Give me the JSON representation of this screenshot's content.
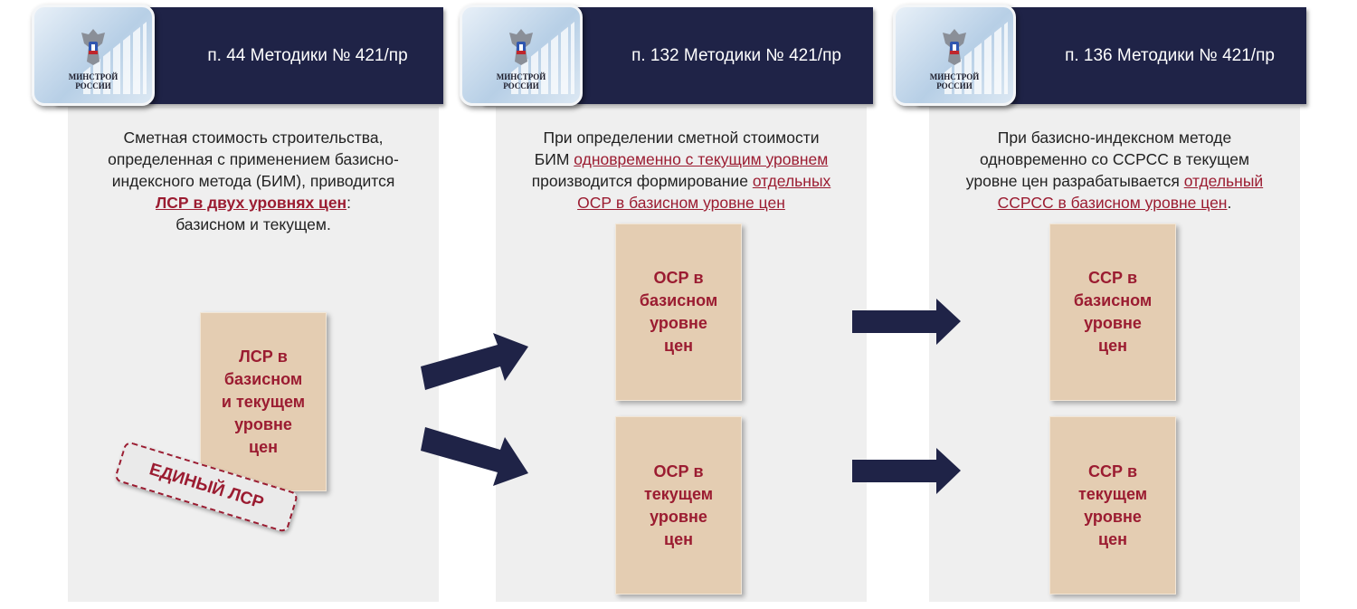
{
  "logo": {
    "line1": "МИНСТРОЙ",
    "line2": "РОССИИ"
  },
  "columns": [
    {
      "header": "п. 44 Методики № 421/пр",
      "desc": {
        "l1": "Сметная стоимость строительства,",
        "l2": "определенная с применением базисно-",
        "l3": "индексного метода (БИМ), приводится",
        "l4_red": "ЛСР в двух уровнях цен",
        "l4_tail": ":",
        "l5": "базисном и текущем."
      },
      "box": {
        "l1": "ЛСР в",
        "l2": "базисном",
        "l3": "и текущем",
        "l4": "уровне",
        "l5": "цен"
      },
      "stamp": "ЕДИНЫЙ ЛСР"
    },
    {
      "header": "п. 132 Методики № 421/пр",
      "desc": {
        "l1": "При определении сметной стоимости",
        "l2a": "БИМ",
        "l2_red": "одновременно с текущим уровнем",
        "l3a": "производится формирование",
        "l3_red": "отдельных",
        "l4_red": "ОСР в базисном уровне цен"
      },
      "box_top": {
        "l1": "ОСР в",
        "l2": "базисном",
        "l3": "уровне",
        "l4": "цен"
      },
      "box_bottom": {
        "l1": "ОСР в",
        "l2": "текущем",
        "l3": "уровне",
        "l4": "цен"
      }
    },
    {
      "header": "п. 136 Методики № 421/пр",
      "desc": {
        "l1": "При базисно-индексном методе",
        "l2": "одновременно со ССРСС в текущем",
        "l3a": "уровне цен разрабатывается",
        "l3_red": "отдельный",
        "l4_red": "ССРСС в базисном уровне цен",
        "l4_tail": "."
      },
      "box_top": {
        "l1": "ССР в",
        "l2": "базисном",
        "l3": "уровне",
        "l4": "цен"
      },
      "box_bottom": {
        "l1": "ССР в",
        "l2": "текущем",
        "l3": "уровне",
        "l4": "цен"
      }
    }
  ],
  "colors": {
    "navy": "#1f2347",
    "accent_red": "#9b1c31",
    "box_fill": "#e4cdb2",
    "panel_bg": "#efefef"
  }
}
